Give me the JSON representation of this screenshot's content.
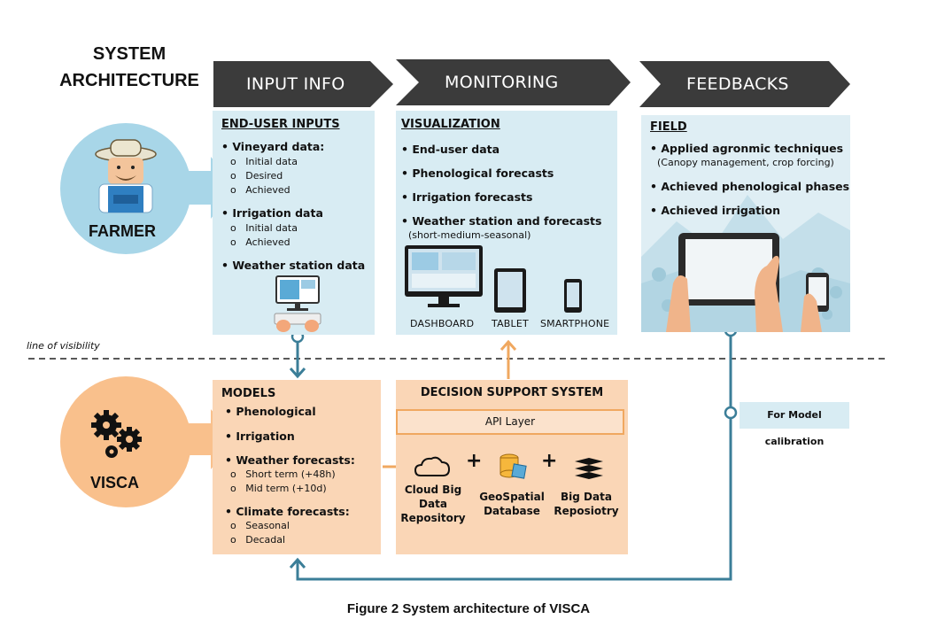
{
  "header": {
    "title_line1": "SYSTEM",
    "title_line2": "ARCHITECTURE"
  },
  "columns": {
    "input": "INPUT INFO",
    "monitoring": "MONITORING",
    "feedbacks": "FEEDBACKS"
  },
  "actors": {
    "farmer": "FARMER",
    "visca": "VISCA"
  },
  "input_panel": {
    "title": "END-USER INPUTS",
    "vineyard": {
      "label": "Vineyard data:",
      "items": [
        "Initial data",
        "Desired",
        "Achieved"
      ]
    },
    "irrigation": {
      "label": "Irrigation data",
      "items": [
        "Initial data",
        "Achieved"
      ]
    },
    "weather": "Weather station data"
  },
  "viz_panel": {
    "title": "VISUALIZATION",
    "items": [
      "End-user data",
      "Phenological forecasts",
      "Irrigation forecasts",
      "Weather station and forecasts"
    ],
    "subnote": "(short-medium-seasonal)",
    "devices": [
      "DASHBOARD",
      "TABLET",
      "SMARTPHONE"
    ]
  },
  "field_panel": {
    "title": "FIELD",
    "item1": "Applied agronmic techniques",
    "item1_note": "(Canopy management, crop forcing)",
    "item2": "Achieved phenological phases",
    "item3": "Achieved irrigation"
  },
  "visibility_label": "line of visibility",
  "models_panel": {
    "title": "MODELS",
    "phenological": "Phenological",
    "irrigation": "Irrigation",
    "weather": {
      "label": "Weather forecasts:",
      "items": [
        "Short term (+48h)",
        "Mid term (+10d)"
      ]
    },
    "climate": {
      "label": "Climate forecasts:",
      "items": [
        "Seasonal",
        "Decadal"
      ]
    }
  },
  "dss_panel": {
    "title": "DECISION SUPPORT SYSTEM",
    "api": "API Layer",
    "repo1": [
      "Cloud Big",
      "Data",
      "Repository"
    ],
    "repo2": [
      "GeoSpatial",
      "Database"
    ],
    "repo3": [
      "Big Data",
      "Reposiotry"
    ],
    "plus": "+"
  },
  "calibration_label": "For Model calibration",
  "caption": "Figure 2 System architecture of VISCA",
  "colors": {
    "chevron": "#3b3b3b",
    "blue_panel": "#d8ecf3",
    "peach_panel": "#fad6b6",
    "orange": "#f0a860",
    "teal": "#3b7e98",
    "farmer_circle": "#a8d6e8",
    "visca_circle": "#f9c08c"
  }
}
